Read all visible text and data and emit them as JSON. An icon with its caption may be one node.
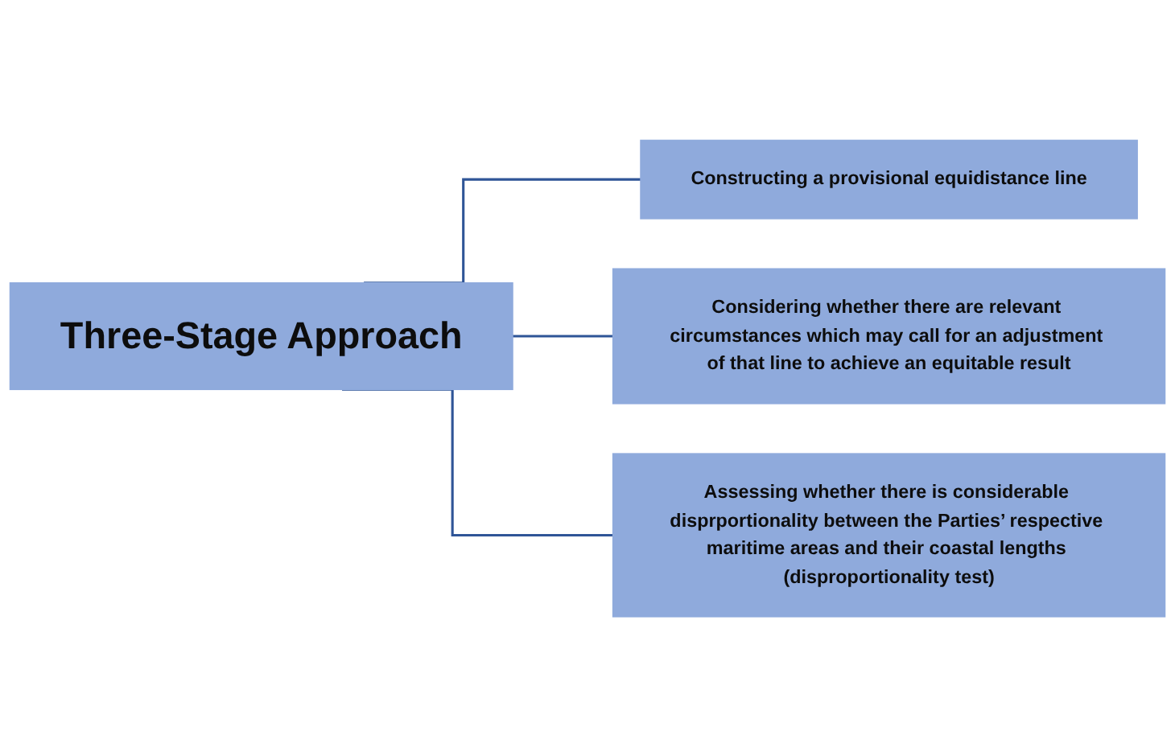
{
  "diagram": {
    "nodes": [
      {
        "text": [
          "Three-Stage Approach"
        ]
      },
      {
        "text": [
          "Constructing a provisional equidistance line"
        ]
      },
      {
        "text": [
          "Considering whether there are relevant circumstances which may call for an adjustment of that line to achieve an equitable result"
        ]
      },
      {
        "text": [
          "Assessing whether there is considerable disprportionality between the Parties’ respective maritime areas and their coastal lengths (disproportionality test)"
        ]
      }
    ],
    "edges": [
      {
        "from": 0,
        "to": 1,
        "arrow": "none"
      },
      {
        "from": 0,
        "to": 2,
        "arrow": "none"
      },
      {
        "from": 0,
        "to": 3,
        "arrow": "none"
      }
    ]
  }
}
